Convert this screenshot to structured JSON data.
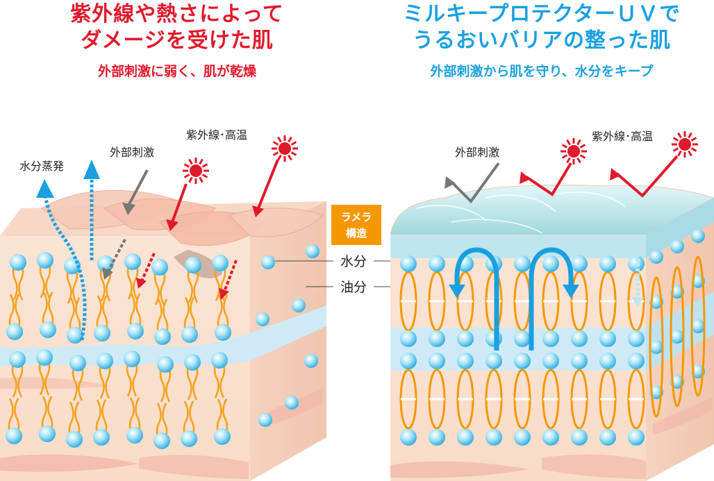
{
  "left_panel": {
    "title_line1": "紫外線や熱さによって",
    "title_line2": "ダメージを受けた肌",
    "subtitle": "外部刺激に弱く、肌が乾燥",
    "labels": {
      "moisture_evaporation": "水分蒸発",
      "external_stimulus": "外部刺激",
      "uv_heat": "紫外線･高温"
    },
    "color": "#e0192b"
  },
  "right_panel": {
    "title_line1": "ミルキープロテクターＵＶで",
    "title_line2": "うるおいバリアの整った肌",
    "subtitle": "外部刺激から肌を守り、水分をキープ",
    "labels": {
      "external_stimulus": "外部刺激",
      "uv_heat": "紫外線･高温"
    },
    "color": "#1aa0e0"
  },
  "center": {
    "lamella_line1": "ラメラ",
    "lamella_line2": "構造",
    "legend_water": "水分",
    "legend_oil": "油分",
    "badge_color": "#f39800"
  },
  "icons": [
    "sun-icon",
    "arrow-up-icon",
    "arrow-down-icon",
    "reflect-arrow-icon",
    "circular-arrow-icon"
  ]
}
